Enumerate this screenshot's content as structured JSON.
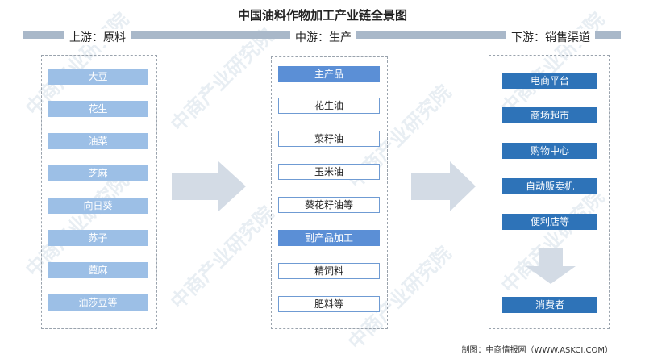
{
  "title": "中国油料作物加工产业链全景图",
  "upstream": {
    "title": "上游：原料",
    "items": [
      "大豆",
      "花生",
      "油菜",
      "芝麻",
      "向日葵",
      "苏子",
      "蓖麻",
      "油莎豆等"
    ]
  },
  "midstream": {
    "title": "中游：生产",
    "items": [
      "主产品",
      "花生油",
      "菜籽油",
      "玉米油",
      "葵花籽油等",
      "副产品加工",
      "精饲料",
      "肥料等"
    ]
  },
  "downstream": {
    "title": "下游：销售渠道",
    "items": [
      "电商平台",
      "商场超市",
      "购物中心",
      "自动贩卖机",
      "便利店等"
    ],
    "end": "消费者"
  },
  "footer": "制图：中商情报网（WWW.ASKCI.COM）",
  "watermark": "中商产业研究院",
  "colors": {
    "title_bar": "#a9b8c9",
    "raw_box": "#9cbfe6",
    "mid_head": "#5b8fd6",
    "mid_border": "#6f9bd3",
    "down_box": "#2e73b8",
    "arrow": "#d3dbe5"
  }
}
